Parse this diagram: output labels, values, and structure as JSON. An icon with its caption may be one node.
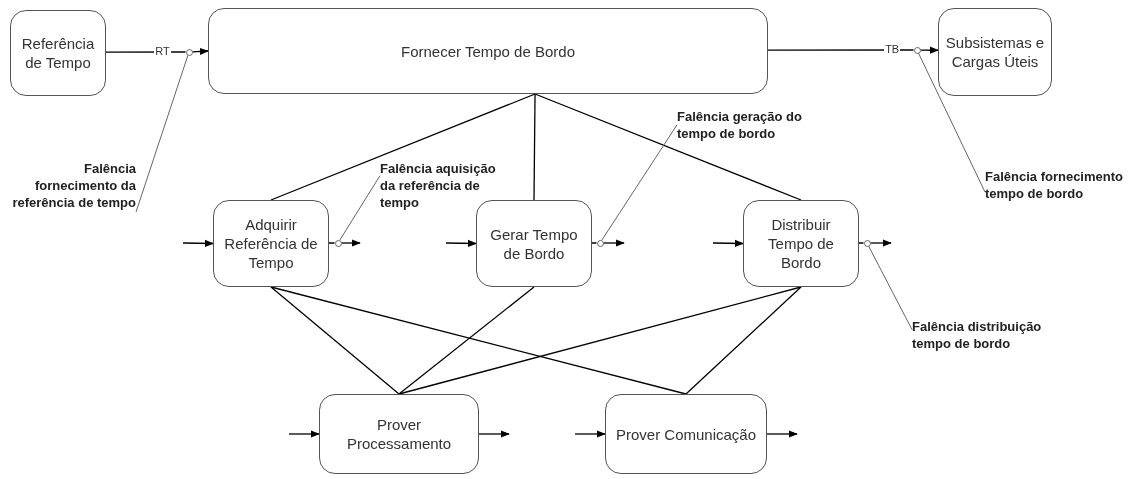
{
  "diagram": {
    "nodes": [
      {
        "text": [
          "Referência de Tempo"
        ]
      },
      {
        "text": [
          "Fornecer Tempo de Bordo"
        ]
      },
      {
        "text": [
          "Subsistemas e Cargas Úteis"
        ]
      },
      {
        "text": [
          "Adquirir Referência de Tempo"
        ]
      },
      {
        "text": [
          "Gerar Tempo de Bordo"
        ]
      },
      {
        "text": [
          "Distribuir Tempo de Bordo"
        ]
      },
      {
        "text": [
          "Prover Processamento"
        ]
      },
      {
        "text": [
          "Prover Comunicação"
        ]
      },
      {
        "text": [
          "Falência fornecimento da referência de tempo"
        ]
      },
      {
        "text": [
          "Falência aquisição da referência de tempo"
        ]
      },
      {
        "text": [
          "Falência geração do tempo de bordo"
        ]
      },
      {
        "text": [
          "Falência fornecimento tempo de bordo"
        ]
      },
      {
        "text": [
          "Falência distribuição tempo de bordo"
        ]
      },
      {
        "text": [],
        "shape": "circle"
      },
      {
        "text": [],
        "shape": "circle"
      },
      {
        "text": [],
        "shape": "circle"
      },
      {
        "text": [],
        "shape": "circle"
      },
      {
        "text": [],
        "shape": "circle"
      }
    ],
    "edges": [
      {
        "from": 0,
        "to": 13,
        "arrow": "none",
        "label": "RT"
      },
      {
        "from": 13,
        "to": 1,
        "arrow": "to"
      },
      {
        "from": 1,
        "to": 14,
        "arrow": "none",
        "label": "TB"
      },
      {
        "from": 14,
        "to": 2,
        "arrow": "to"
      },
      {
        "from": 1,
        "to": 3,
        "arrow": "none"
      },
      {
        "from": 1,
        "to": 4,
        "arrow": "none"
      },
      {
        "from": 1,
        "to": 5,
        "arrow": "none"
      },
      {
        "from": 3,
        "to": 6,
        "arrow": "none"
      },
      {
        "from": 3,
        "to": 7,
        "arrow": "none"
      },
      {
        "from": 4,
        "to": 6,
        "arrow": "none"
      },
      {
        "from": 5,
        "to": 6,
        "arrow": "none"
      },
      {
        "from": 5,
        "to": 7,
        "arrow": "none"
      },
      {
        "from": null,
        "to": 3,
        "arrow": "to"
      },
      {
        "from": 3,
        "to": 15,
        "arrow": "none"
      },
      {
        "from": 15,
        "to": null,
        "arrow": "to"
      },
      {
        "from": null,
        "to": 4,
        "arrow": "to"
      },
      {
        "from": 4,
        "to": 16,
        "arrow": "none"
      },
      {
        "from": 16,
        "to": null,
        "arrow": "to"
      },
      {
        "from": null,
        "to": 5,
        "arrow": "to"
      },
      {
        "from": 5,
        "to": 17,
        "arrow": "none"
      },
      {
        "from": 17,
        "to": null,
        "arrow": "to"
      },
      {
        "from": null,
        "to": 6,
        "arrow": "to"
      },
      {
        "from": 6,
        "to": null,
        "arrow": "to"
      },
      {
        "from": null,
        "to": 7,
        "arrow": "to"
      },
      {
        "from": 7,
        "to": null,
        "arrow": "to"
      },
      {
        "from": 8,
        "to": 13,
        "arrow": "none",
        "color": "#666666"
      },
      {
        "from": 9,
        "to": 15,
        "arrow": "none",
        "color": "#666666"
      },
      {
        "from": 10,
        "to": 16,
        "arrow": "none",
        "color": "#666666"
      },
      {
        "from": 11,
        "to": 14,
        "arrow": "none",
        "color": "#666666"
      },
      {
        "from": 12,
        "to": 17,
        "arrow": "none",
        "color": "#666666"
      }
    ]
  }
}
